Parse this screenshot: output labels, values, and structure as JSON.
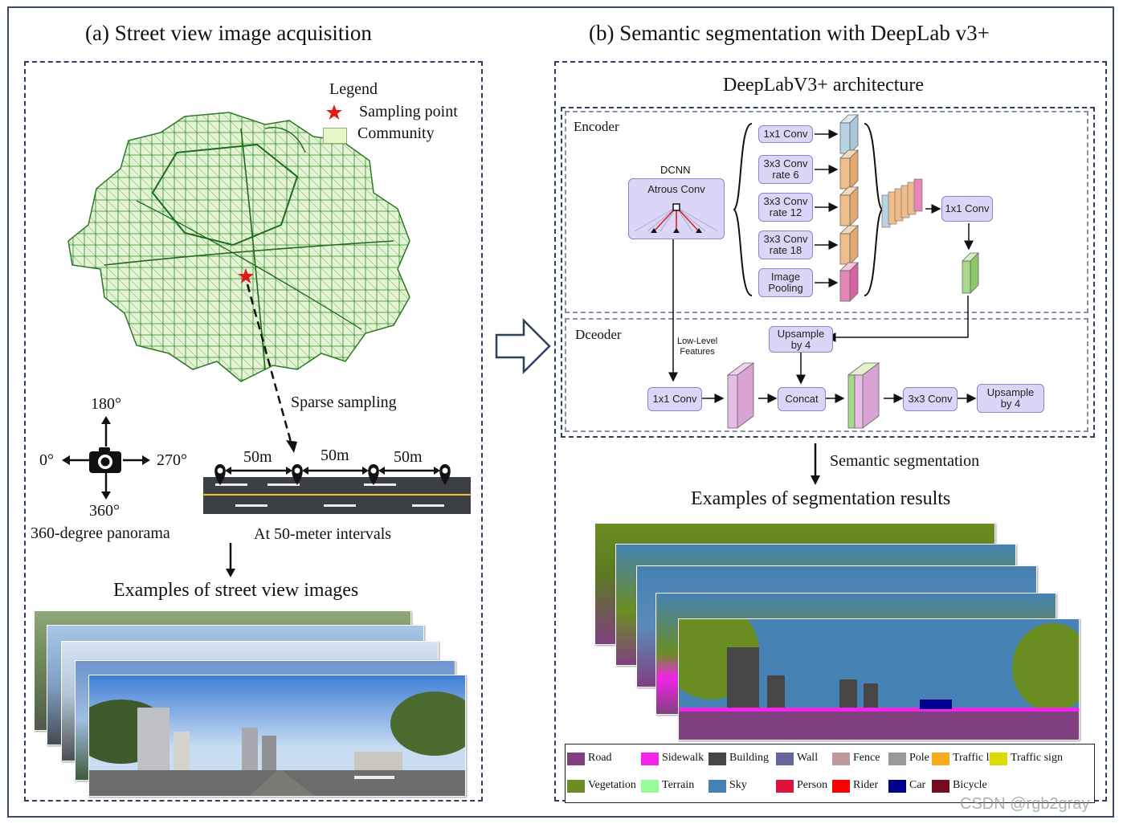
{
  "left": {
    "title": "(a) Street view image acquisition",
    "legend_title": "Legend",
    "legend_items": [
      "Sampling point",
      "Community"
    ],
    "sparse": "Sparse sampling",
    "dir_top": "180°",
    "dir_left": "0°",
    "dir_right": "270°",
    "dir_bottom": "360°",
    "panorama": "360-degree panorama",
    "distances": [
      "50m",
      "50m",
      "50m"
    ],
    "interval": "At 50-meter intervals",
    "examples": "Examples of street view images"
  },
  "right": {
    "title": "(b) Semantic segmentation with DeepLab v3+",
    "arch": "DeepLabV3+ architecture",
    "encoder": "Encoder",
    "decoder": "Dceoder",
    "dcnn": "DCNN",
    "atrous": "Atrous Conv",
    "conv1": "1x1 Conv",
    "conv3a": [
      "3x3 Conv",
      "rate 6"
    ],
    "conv3b": [
      "3x3 Conv",
      "rate 12"
    ],
    "conv3c": [
      "3x3 Conv",
      "rate 18"
    ],
    "pool": [
      "Image",
      "Pooling"
    ],
    "conv1_right": "1x1 Conv",
    "lowlevel": [
      "Low-Level",
      "Features"
    ],
    "upsample_top": [
      "Upsample",
      "by 4"
    ],
    "dec_conv1": "1x1 Conv",
    "concat": "Concat",
    "dec_conv3": "3x3 Conv",
    "upsample_out": [
      "Upsample",
      "by 4"
    ],
    "semseg": "Semantic segmentation",
    "examples": "Examples of segmentation results"
  },
  "classes": [
    {
      "name": "Road",
      "color": "#804080"
    },
    {
      "name": "Sidewalk",
      "color": "#f423e8"
    },
    {
      "name": "Building",
      "color": "#464646"
    },
    {
      "name": "Wall",
      "color": "#66669c"
    },
    {
      "name": "Fence",
      "color": "#be9999"
    },
    {
      "name": "Pole",
      "color": "#999999"
    },
    {
      "name": "Traffic light",
      "color": "#faaa1e"
    },
    {
      "name": "Traffic sign",
      "color": "#dcdc00"
    },
    {
      "name": "Vegetation",
      "color": "#6b8e23"
    },
    {
      "name": "Terrain",
      "color": "#98fb98"
    },
    {
      "name": "Sky",
      "color": "#4682b4"
    },
    {
      "name": "Person",
      "color": "#dc143c"
    },
    {
      "name": "Rider",
      "color": "#ff0000"
    },
    {
      "name": "Car",
      "color": "#00008e"
    },
    {
      "name": "Bicycle",
      "color": "#770b20"
    }
  ],
  "watermark": "CSDN @rgb2gray"
}
